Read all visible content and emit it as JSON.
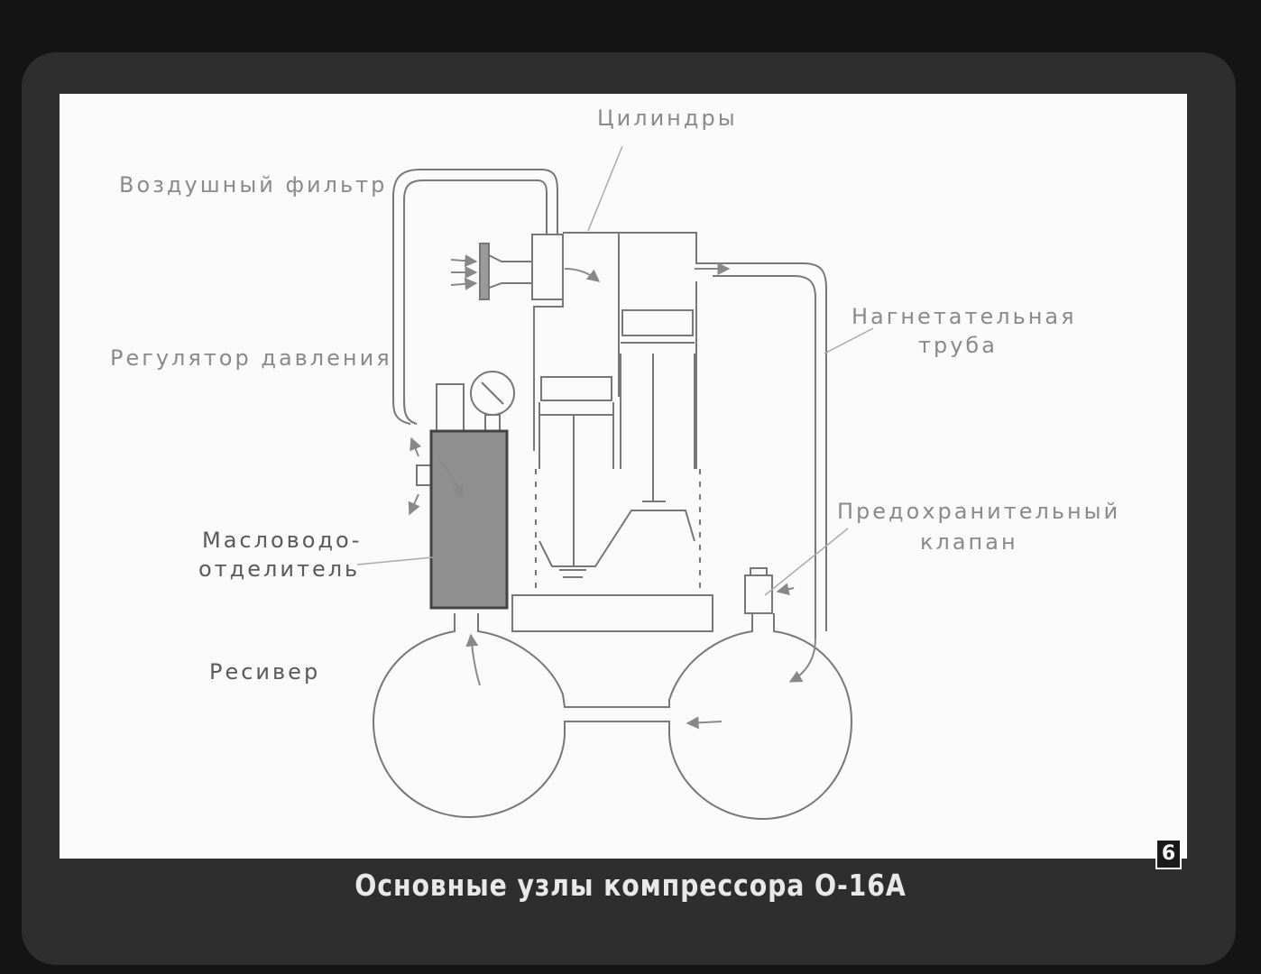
{
  "labels": {
    "cylinders": "Цилиндры",
    "air_filter": "Воздушный фильтр",
    "discharge_pipe_line1": "Нагнетательная",
    "discharge_pipe_line2": "труба",
    "pressure_regulator": "Регулятор давления",
    "safety_valve_line1": "Предохранительный",
    "safety_valve_line2": "клапан",
    "oil_water_separator_line1": "Масловодо-",
    "oil_water_separator_line2": "отделитель",
    "receiver": "Ресивер"
  },
  "caption": "Основные узлы компрессора О-16А",
  "page_number": "6",
  "colors": {
    "background": "#141414",
    "frame": "#2e2e2e",
    "slide": "#fafafa",
    "line": "#777777",
    "separator_fill": "#8f8f8f",
    "label": "#8a8a8a"
  }
}
